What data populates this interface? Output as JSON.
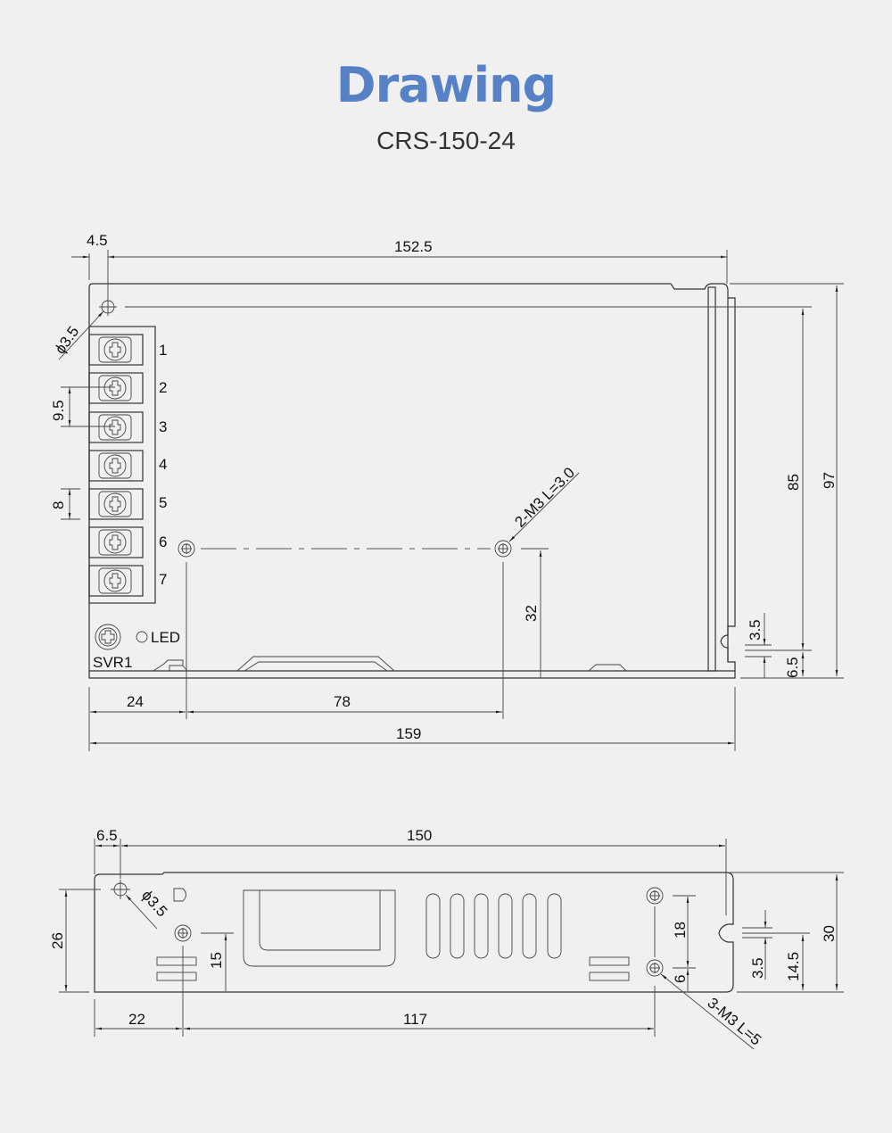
{
  "header": {
    "title": "Drawing",
    "model": "CRS-150-24",
    "title_color": "#5781c7"
  },
  "top_view": {
    "dimensions": {
      "hole_offset": "4.5",
      "hole_spacing_top": "152.5",
      "hole_dia": "ϕ3.5",
      "terminal_pitch": "9.5",
      "terminal_height": "8",
      "mount_thread": "2-M3 L=3.0",
      "height_85": "85",
      "height_97": "97",
      "slot_3_5": "3.5",
      "slot_6_5": "6.5",
      "hole_height_32": "32",
      "offset_24": "24",
      "spacing_78": "78",
      "total_159": "159"
    },
    "terminals": [
      "1",
      "2",
      "3",
      "4",
      "5",
      "6",
      "7"
    ],
    "svr_label": "SVR1",
    "led_label": "LED"
  },
  "side_view": {
    "dimensions": {
      "hole_offset": "6.5",
      "length_150": "150",
      "hole_dia": "ϕ3.5",
      "height_26": "26",
      "height_15": "15",
      "spacing_18": "18",
      "offset_6": "6",
      "mount_thread": "3-M3 L=5",
      "slot_3_5": "3.5",
      "height_14_5": "14.5",
      "height_30": "30",
      "offset_22": "22",
      "spacing_117": "117"
    }
  }
}
